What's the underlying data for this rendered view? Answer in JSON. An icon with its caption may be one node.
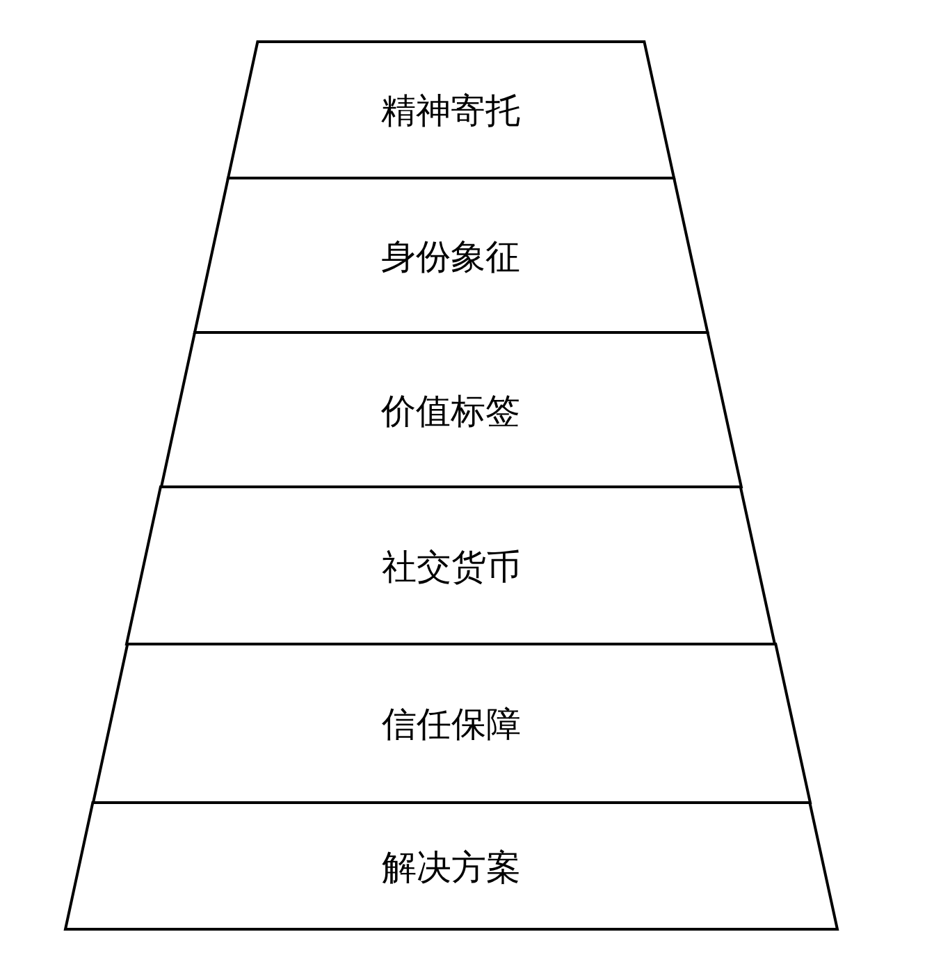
{
  "diagram": {
    "nodes": [
      {
        "text": [
          "精神寄托"
        ]
      },
      {
        "text": [
          "身份象征"
        ]
      },
      {
        "text": [
          "价值标签"
        ]
      },
      {
        "text": [
          "社交货币"
        ]
      },
      {
        "text": [
          "信任保障"
        ]
      },
      {
        "text": [
          "解决方案"
        ]
      }
    ]
  }
}
